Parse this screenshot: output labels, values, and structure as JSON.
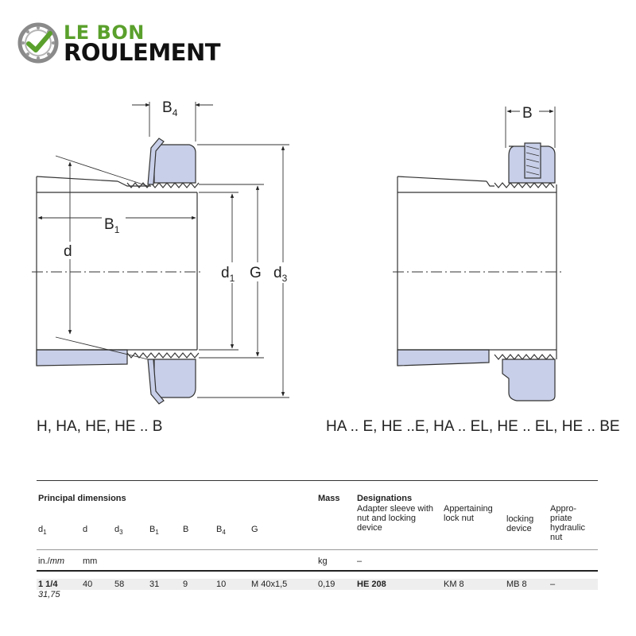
{
  "brand": {
    "line1": "LE BON",
    "line2": "ROULEMENT",
    "icon": "bearing-check-icon",
    "accent": "#5aa02c"
  },
  "drawing": {
    "left_labels": {
      "b4": "B",
      "b4_sub": "4",
      "b1": "B",
      "b1_sub": "1",
      "d": "d",
      "d1": "d",
      "d1_sub": "1",
      "g": "G",
      "d3": "d",
      "d3_sub": "3"
    },
    "right_labels": {
      "b": "B"
    },
    "left_caption": "H, HA, HE, HE .. B",
    "right_caption": "HA .. E, HE ..E, HA .. EL, HE .. EL, HE .. BE",
    "fill_color": "#c8cfe8"
  },
  "table": {
    "principal_dimensions": "Principal dimensions",
    "mass": "Mass",
    "designations": "Designations",
    "adapter_header": "Adapter sleeve with nut and locking device",
    "lock_nut_header": "Appertaining lock nut",
    "locking_device_header": "locking device",
    "hydraulic_nut_header": "Appro- priate hydraulic nut",
    "dim_headers": [
      {
        "main": "d",
        "sub": "1"
      },
      {
        "main": "d",
        "sub": ""
      },
      {
        "main": "d",
        "sub": "3"
      },
      {
        "main": "B",
        "sub": "1"
      },
      {
        "main": "B",
        "sub": ""
      },
      {
        "main": "B",
        "sub": "4"
      },
      {
        "main": "G",
        "sub": ""
      }
    ],
    "units": {
      "inch": "in./",
      "mm_it": "mm",
      "mm": "mm",
      "kg": "kg",
      "dash": "–"
    },
    "row": {
      "d1_inch": "1 1/4",
      "d1_mm": "31,75",
      "d": "40",
      "d3": "58",
      "b1": "31",
      "b": "9",
      "b4": "10",
      "g": "M 40x1,5",
      "mass": "0,19",
      "designation": "HE 208",
      "lock_nut": "KM 8",
      "locking_device": "MB 8",
      "hydraulic_nut": "–"
    }
  }
}
